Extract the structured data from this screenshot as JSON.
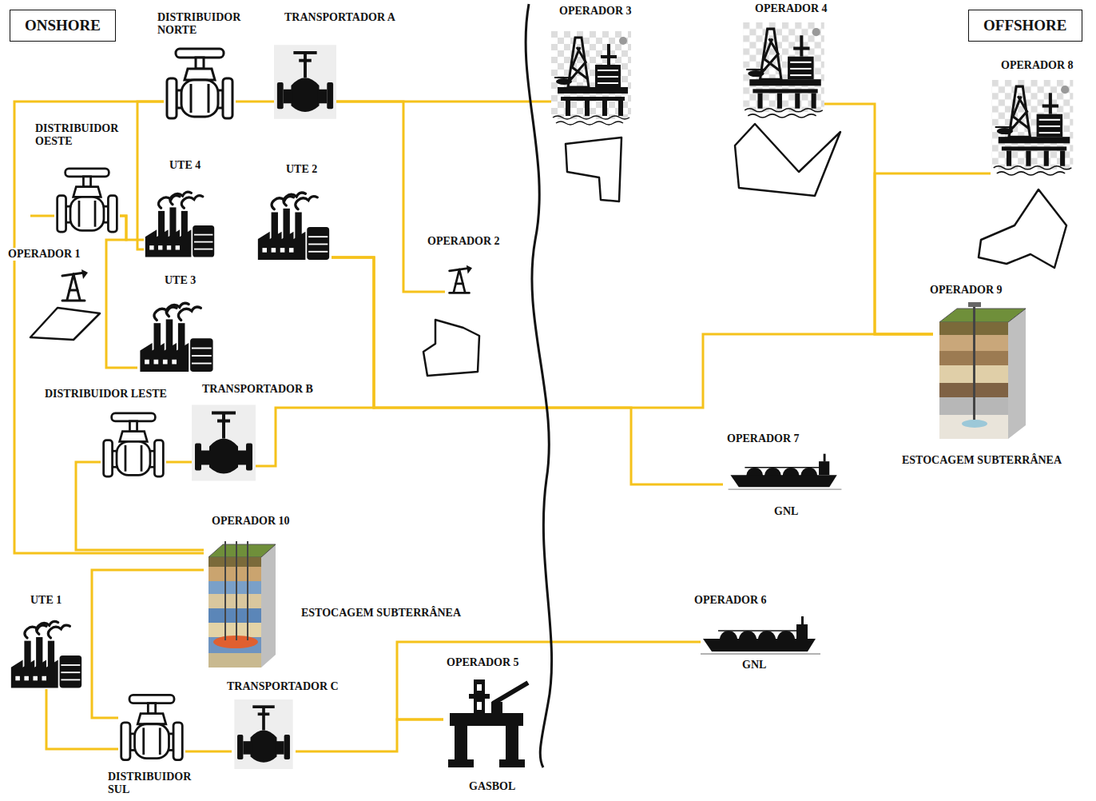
{
  "diagram": {
    "nodes": [
      {
        "text": [
          "ONSHORE"
        ]
      },
      {
        "text": [
          "OFFSHORE"
        ]
      },
      {
        "text": [
          "DISTRIBUIDOR NORTE"
        ]
      },
      {
        "text": [
          "TRANSPORTADOR A"
        ]
      },
      {
        "text": [
          "OPERADOR 3"
        ]
      },
      {
        "text": [
          "OPERADOR 4"
        ]
      },
      {
        "text": [
          "OPERADOR 8"
        ]
      },
      {
        "text": [
          "DISTRIBUIDOR OESTE"
        ]
      },
      {
        "text": [
          "UTE 4"
        ]
      },
      {
        "text": [
          "UTE 2"
        ]
      },
      {
        "text": [
          "OPERADOR 1"
        ]
      },
      {
        "text": [
          "OPERADOR 2"
        ]
      },
      {
        "text": [
          "UTE 3"
        ]
      },
      {
        "text": [
          "OPERADOR 9",
          "ESTOCAGEM SUBTERRÂNEA"
        ]
      },
      {
        "text": [
          "DISTRIBUIDOR LESTE"
        ]
      },
      {
        "text": [
          "TRANSPORTADOR B"
        ]
      },
      {
        "text": [
          "OPERADOR 7",
          "GNL"
        ]
      },
      {
        "text": [
          "OPERADOR 10",
          "ESTOCAGEM SUBTERRÂNEA"
        ]
      },
      {
        "text": [
          "UTE 1"
        ]
      },
      {
        "text": [
          "OPERADOR 6",
          "GNL"
        ]
      },
      {
        "text": [
          "OPERADOR 5",
          "GASBOL"
        ]
      },
      {
        "text": [
          "TRANSPORTADOR C"
        ]
      },
      {
        "text": [
          "DISTRIBUIDOR SUL"
        ]
      }
    ],
    "edges": [
      {
        "from": 2,
        "to": 3,
        "arrow": "none"
      },
      {
        "from": 3,
        "to": 4,
        "arrow": "none"
      },
      {
        "from": 3,
        "to": 11,
        "arrow": "none"
      },
      {
        "from": 2,
        "to": 17,
        "arrow": "none"
      },
      {
        "from": 2,
        "to": 8,
        "arrow": "none"
      },
      {
        "from": 7,
        "to": 8,
        "arrow": "none"
      },
      {
        "from": 7,
        "to": 12,
        "arrow": "none"
      },
      {
        "from": 9,
        "to": 15,
        "arrow": "none"
      },
      {
        "from": 9,
        "to": 16,
        "arrow": "none"
      },
      {
        "from": 9,
        "to": 13,
        "arrow": "none"
      },
      {
        "from": 15,
        "to": 14,
        "arrow": "none"
      },
      {
        "from": 14,
        "to": 17,
        "arrow": "none"
      },
      {
        "from": 5,
        "to": 13,
        "arrow": "none"
      },
      {
        "from": 6,
        "to": 13,
        "arrow": "none"
      },
      {
        "from": 17,
        "to": 22,
        "arrow": "none"
      },
      {
        "from": 18,
        "to": 22,
        "arrow": "none"
      },
      {
        "from": 22,
        "to": 21,
        "arrow": "none"
      },
      {
        "from": 21,
        "to": 20,
        "arrow": "none"
      },
      {
        "from": 20,
        "to": 19,
        "arrow": "none"
      }
    ]
  }
}
